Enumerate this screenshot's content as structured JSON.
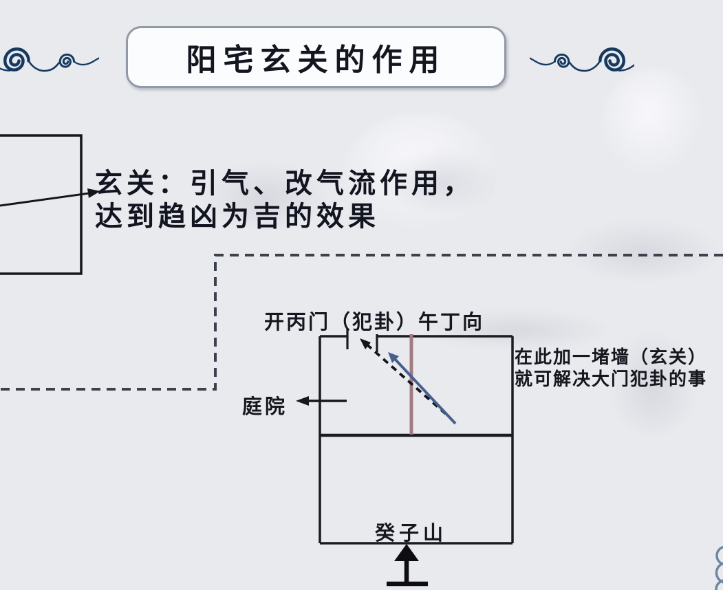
{
  "title": {
    "text": "阳宅玄关的作用"
  },
  "annotation": {
    "line1": "玄关：引气、改气流作用，",
    "line2": "达到趋凶为吉的效果"
  },
  "plan": {
    "door_label": "开丙门（犯卦）午丁向",
    "wall_note_line1": "在此加一堵墙（玄关）",
    "wall_note_line2": "就可解决大门犯卦的事",
    "courtyard_label": "庭院",
    "mountain_label": "癸子山"
  },
  "icons": {
    "wave_left": "wave-scroll-ornament",
    "wave_right": "wave-scroll-ornament-mirrored",
    "corner_cloud": "cloud-circles-ornament"
  },
  "colors": {
    "background": "#e9eaee",
    "ink": "#14161f",
    "title_box_fill": "#fbfcfe",
    "title_box_border": "#929aa8",
    "ornament_blue": "#16395f",
    "corner_cloud_blue": "#6d87a3",
    "xuanguan_wall_red": "#a17a82",
    "qi_flow_arrow_blue": "#46608e",
    "dashed_callout_gray": "#3b424e"
  }
}
